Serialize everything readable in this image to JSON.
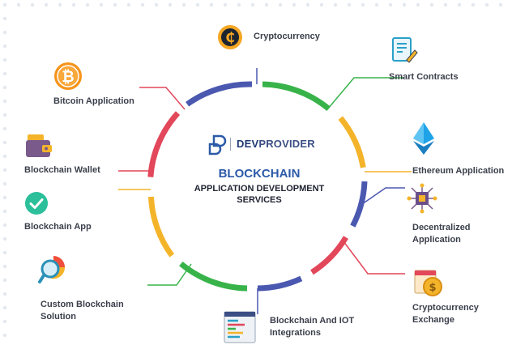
{
  "brand": {
    "prefix": "DEV",
    "suffix": "PROVIDER"
  },
  "center": {
    "title": "BLOCKCHAIN",
    "subtitle_line1": "APPLICATION DEVELOPMENT",
    "subtitle_line2": "SERVICES"
  },
  "colors": {
    "ring_blue": "#4b58b0",
    "ring_green": "#38b34a",
    "ring_yellow": "#f4b42a",
    "ring_red": "#e2475a",
    "text": "#3a3f4b"
  },
  "items": [
    {
      "id": "cryptocurrency",
      "label": "Cryptocurrency",
      "icon": "coin-icon"
    },
    {
      "id": "smart-contracts",
      "label": "Smart Contracts",
      "icon": "contract-pen-icon"
    },
    {
      "id": "bitcoin-application",
      "label": "Bitcoin Application",
      "icon": "bitcoin-icon"
    },
    {
      "id": "blockchain-wallet",
      "label": "Blockchain Wallet",
      "icon": "wallet-icon"
    },
    {
      "id": "ethereum-application",
      "label": "Ethereum Application",
      "icon": "ethereum-icon"
    },
    {
      "id": "blockchain-app",
      "label": "Blockchain App",
      "icon": "check-circle-icon"
    },
    {
      "id": "decentralized-application",
      "label_line1": "Decentralized",
      "label_line2": "Application",
      "icon": "network-chip-icon"
    },
    {
      "id": "custom-blockchain-solution",
      "label_line1": "Custom Blockchain",
      "label_line2": "Solution",
      "icon": "pie-magnifier-icon"
    },
    {
      "id": "cryptocurrency-exchange",
      "label_line1": "Cryptocurrency",
      "label_line2": "Exchange",
      "icon": "calendar-coin-icon"
    },
    {
      "id": "blockchain-iot",
      "label_line1": "Blockchain And IOT",
      "label_line2": "Integrations",
      "icon": "code-window-icon"
    }
  ]
}
